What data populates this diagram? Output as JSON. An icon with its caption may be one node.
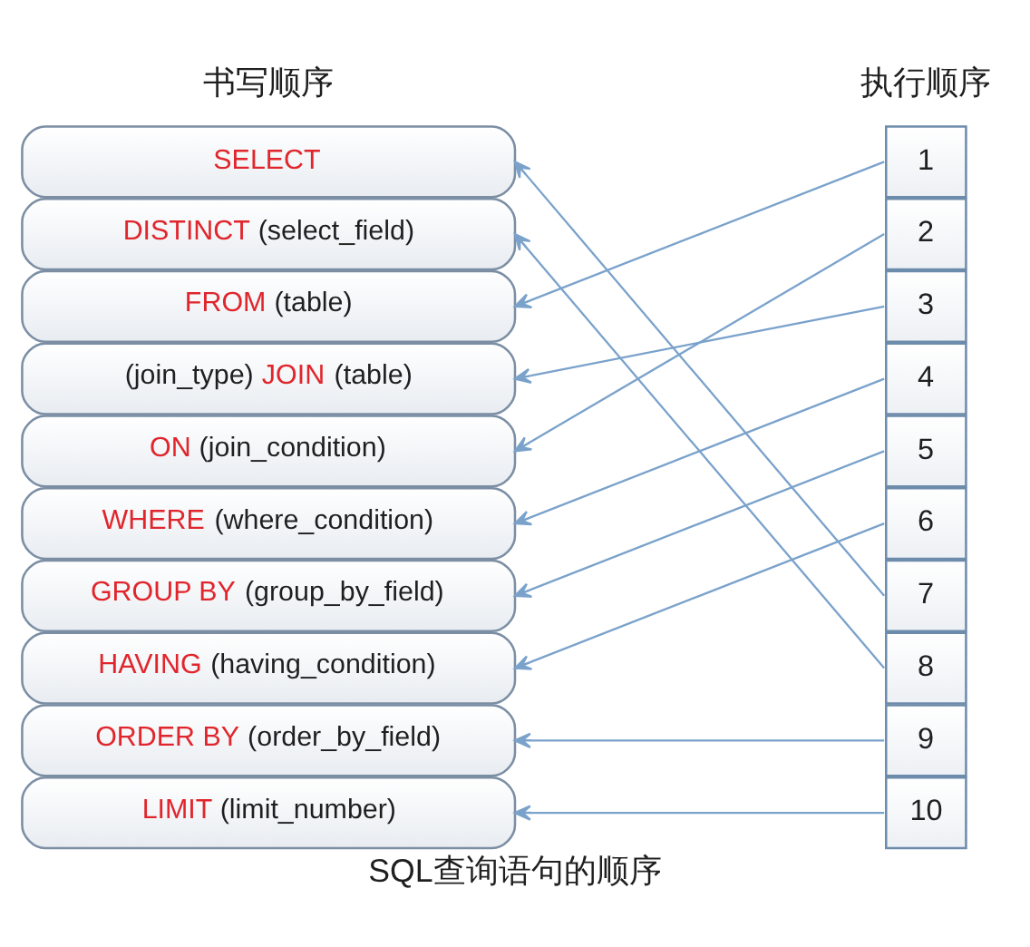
{
  "diagram": {
    "caption": "SQL查询语句的顺序",
    "nodes": [
      {
        "text": [
          "SELECT"
        ]
      },
      {
        "text": [
          "DISTINCT (select_field)"
        ]
      },
      {
        "text": [
          "FROM (table)"
        ]
      },
      {
        "text": [
          "(join_type) JOIN (table)"
        ]
      },
      {
        "text": [
          "ON (join_condition)"
        ]
      },
      {
        "text": [
          "WHERE (where_condition)"
        ]
      },
      {
        "text": [
          "GROUP BY (group_by_field)"
        ]
      },
      {
        "text": [
          "HAVING (having_condition)"
        ]
      },
      {
        "text": [
          "ORDER BY (order_by_field)"
        ]
      },
      {
        "text": [
          "LIMIT (limit_number)"
        ]
      },
      {
        "text": [
          "1"
        ]
      },
      {
        "text": [
          "2"
        ]
      },
      {
        "text": [
          "3"
        ]
      },
      {
        "text": [
          "4"
        ]
      },
      {
        "text": [
          "5"
        ]
      },
      {
        "text": [
          "6"
        ]
      },
      {
        "text": [
          "7"
        ]
      },
      {
        "text": [
          "8"
        ]
      },
      {
        "text": [
          "9"
        ]
      },
      {
        "text": [
          "10"
        ]
      }
    ],
    "edges": [
      {
        "from": 10,
        "to": 2,
        "arrow": "to"
      },
      {
        "from": 11,
        "to": 4,
        "arrow": "to"
      },
      {
        "from": 12,
        "to": 3,
        "arrow": "to"
      },
      {
        "from": 13,
        "to": 5,
        "arrow": "to"
      },
      {
        "from": 14,
        "to": 6,
        "arrow": "to"
      },
      {
        "from": 15,
        "to": 7,
        "arrow": "to"
      },
      {
        "from": 16,
        "to": 0,
        "arrow": "to"
      },
      {
        "from": 17,
        "to": 1,
        "arrow": "to"
      },
      {
        "from": 18,
        "to": 8,
        "arrow": "to"
      },
      {
        "from": 19,
        "to": 9,
        "arrow": "to"
      }
    ],
    "labels": [
      "书写顺序",
      "执行顺序"
    ]
  }
}
